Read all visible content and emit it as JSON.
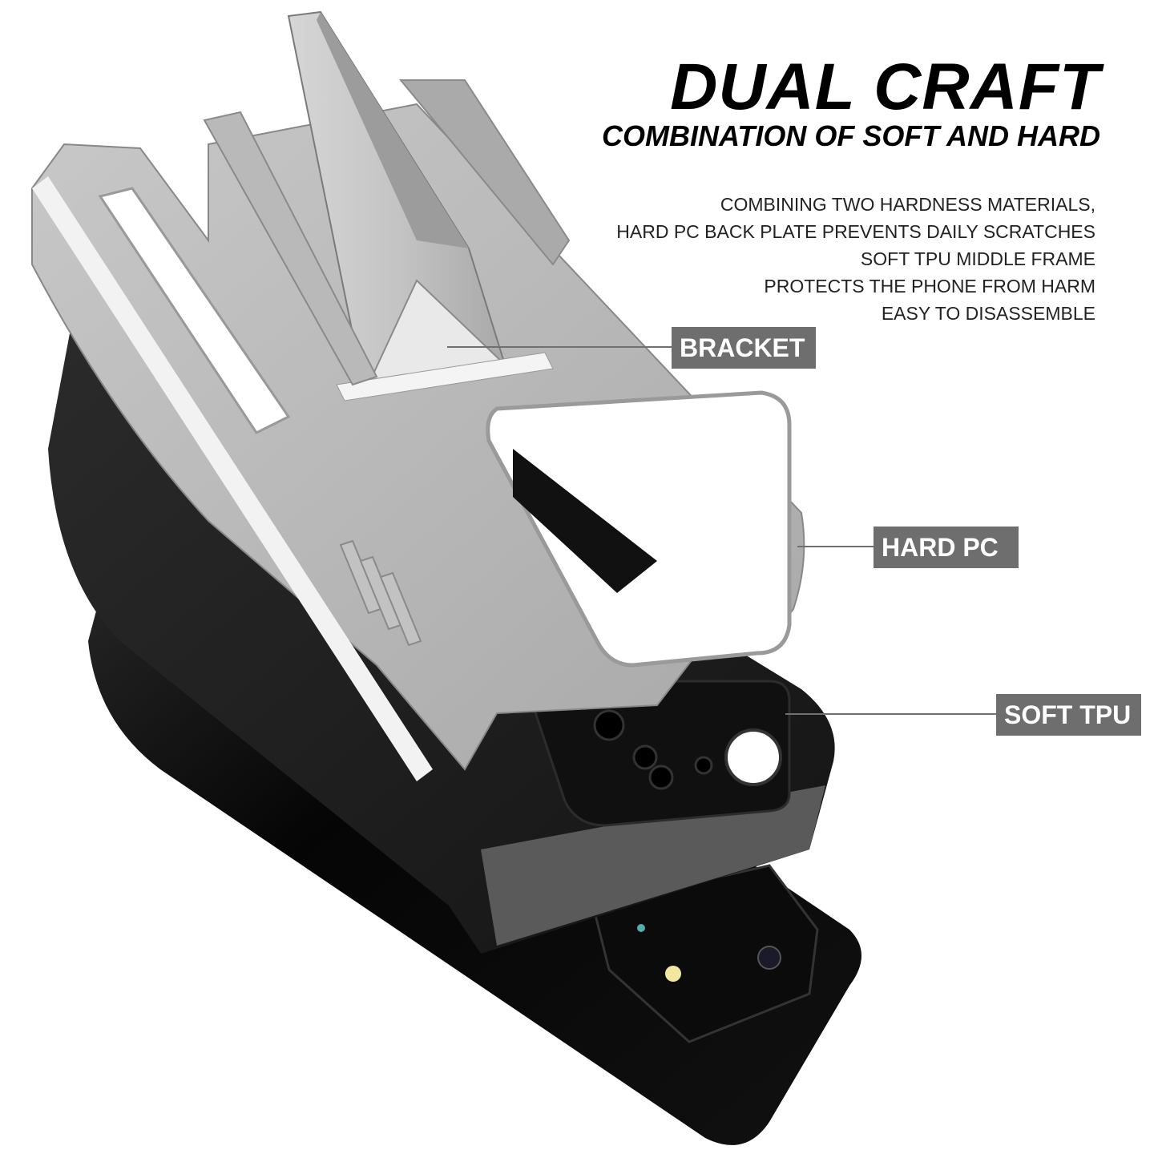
{
  "heading": {
    "title": "DUAL CRAFT",
    "subtitle": "COMBINATION OF SOFT AND HARD"
  },
  "description": [
    "COMBINING TWO HARDNESS MATERIALS,",
    "HARD PC BACK PLATE PREVENTS DAILY SCRATCHES",
    "SOFT TPU MIDDLE FRAME",
    "PROTECTS THE PHONE FROM HARM",
    "EASY TO DISASSEMBLE"
  ],
  "callouts": [
    {
      "label": "BRACKET"
    },
    {
      "label": "HARD PC"
    },
    {
      "label": "SOFT TPU"
    }
  ],
  "colors": {
    "silver_light": "#e6e6e6",
    "silver_mid": "#b4b4b4",
    "silver_dark": "#8c8c8c",
    "tpu_black": "#1a1a1a",
    "phone_black": "#050505",
    "label_bg": "#6e6e6e"
  }
}
